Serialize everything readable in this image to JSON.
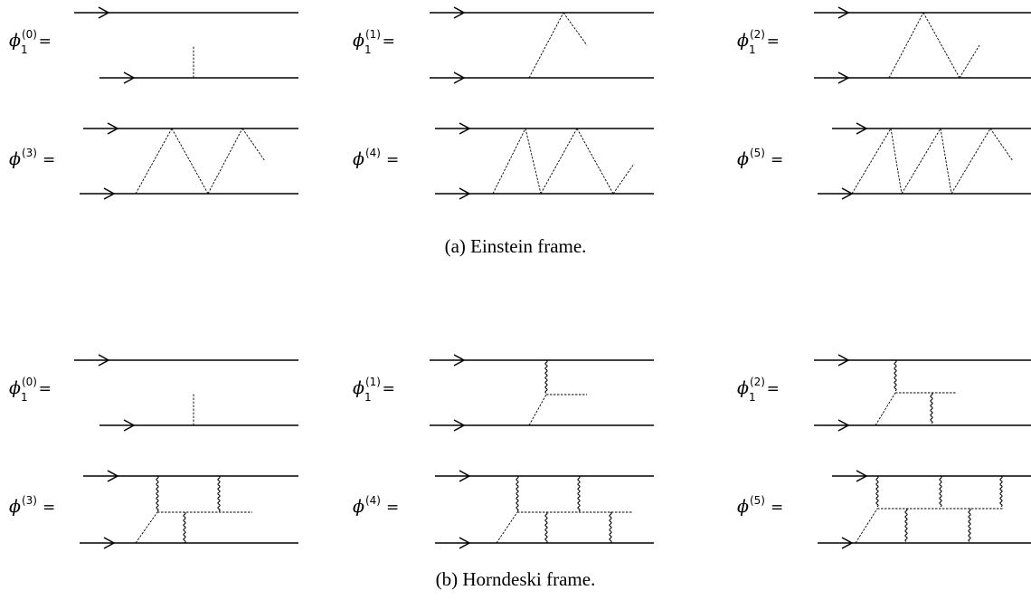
{
  "captions": {
    "a": "(a) Einstein frame.",
    "b": "(b) Horndeski frame."
  },
  "labels": {
    "a": [
      {
        "name": "phi",
        "sup": "(0)",
        "sub": "1",
        "eq": "="
      },
      {
        "name": "phi",
        "sup": "(1)",
        "sub": "1",
        "eq": "="
      },
      {
        "name": "phi",
        "sup": "(2)",
        "sub": "1",
        "eq": "="
      },
      {
        "name": "phi",
        "sup": "(3)",
        "sub": "",
        "eq": "="
      },
      {
        "name": "phi",
        "sup": "(4)",
        "sub": "",
        "eq": "="
      },
      {
        "name": "phi",
        "sup": "(5)",
        "sub": "",
        "eq": "="
      }
    ],
    "b": [
      {
        "name": "phi",
        "sup": "(0)",
        "sub": "1",
        "eq": "="
      },
      {
        "name": "phi",
        "sup": "(1)",
        "sub": "1",
        "eq": "="
      },
      {
        "name": "phi",
        "sup": "(2)",
        "sub": "1",
        "eq": "="
      },
      {
        "name": "phi",
        "sup": "(3)",
        "sub": "",
        "eq": "="
      },
      {
        "name": "phi",
        "sup": "(4)",
        "sub": "",
        "eq": "="
      },
      {
        "name": "phi",
        "sup": "(5)",
        "sub": "",
        "eq": "="
      }
    ]
  }
}
